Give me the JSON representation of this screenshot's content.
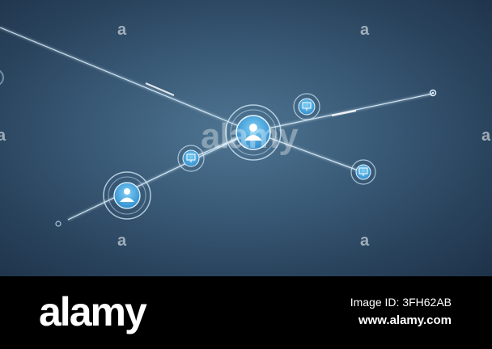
{
  "watermark": {
    "corner_mark": "a",
    "center_text": "alamy"
  },
  "footer": {
    "brand": "alamy",
    "image_id_text": "Image ID: 3FH62AB",
    "url": "www.alamy.com"
  },
  "colors": {
    "node_fill": "#4aa8dd",
    "ring": "#cfe6f5",
    "line": "#dff2ff"
  },
  "icons": {
    "center_node": "person-icon",
    "left_node": "person-icon",
    "small_nodes": "monitor-icon"
  }
}
